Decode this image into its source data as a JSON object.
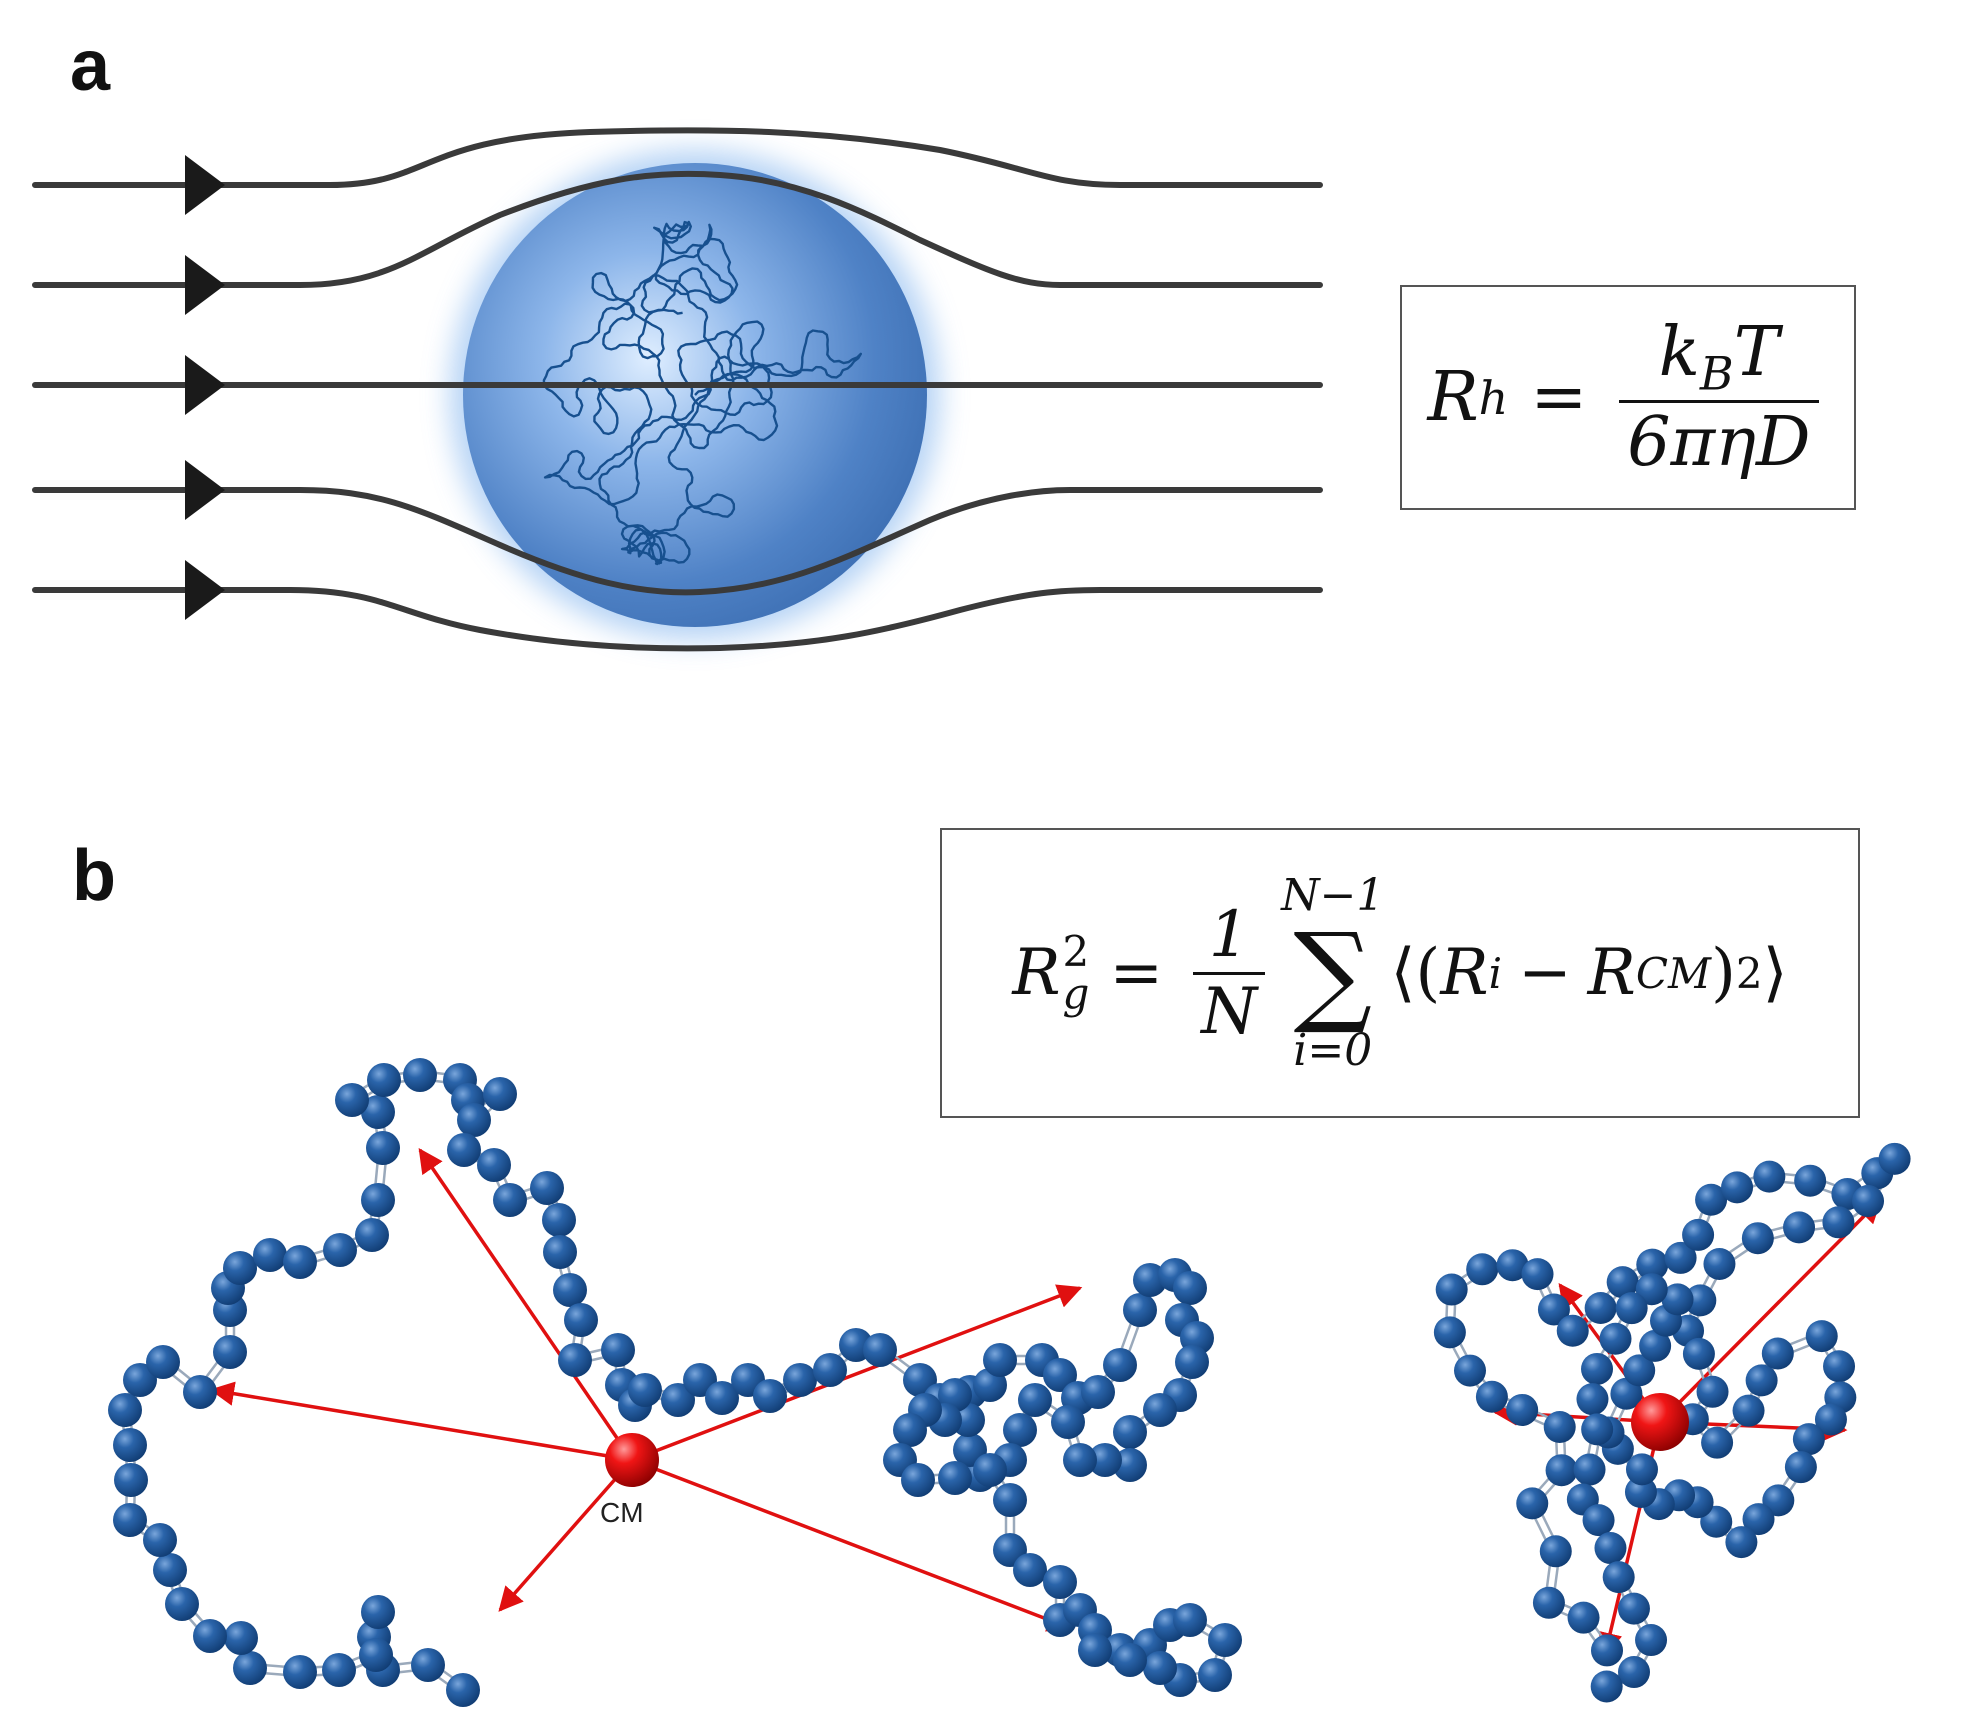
{
  "panels": {
    "a": {
      "label": "a",
      "equation": {
        "lhs": "R",
        "lhs_sub": "h",
        "equals": "=",
        "numerator_k": "k",
        "numerator_k_sub": "B",
        "numerator_T": "T",
        "denominator": "6πηD"
      }
    },
    "b": {
      "label": "b",
      "equation": {
        "lhs": "R",
        "lhs_sup": "2",
        "lhs_sub": "g",
        "equals": "=",
        "frac_num": "1",
        "frac_den": "N",
        "sum_symbol": "∑",
        "sum_upper": "N−1",
        "sum_lower": "i=0",
        "term_open": "⟨(",
        "term_Ri": "R",
        "term_Ri_sub": "i",
        "term_minus": "−",
        "term_Rcm": "R",
        "term_Rcm_sub": "CM",
        "term_close_paren": ")",
        "term_sup": "2",
        "term_close": "⟩"
      },
      "center_of_mass_label": "CM"
    }
  },
  "colors": {
    "streamline": "#3a3a3a",
    "sphere_fill": "#4f86cc",
    "sphere_glow": "#8fbaf0",
    "polymer_bead": "#1f5a9e",
    "center_of_mass": "#e01010",
    "arrow": "#e01010",
    "box_border": "#555555"
  }
}
